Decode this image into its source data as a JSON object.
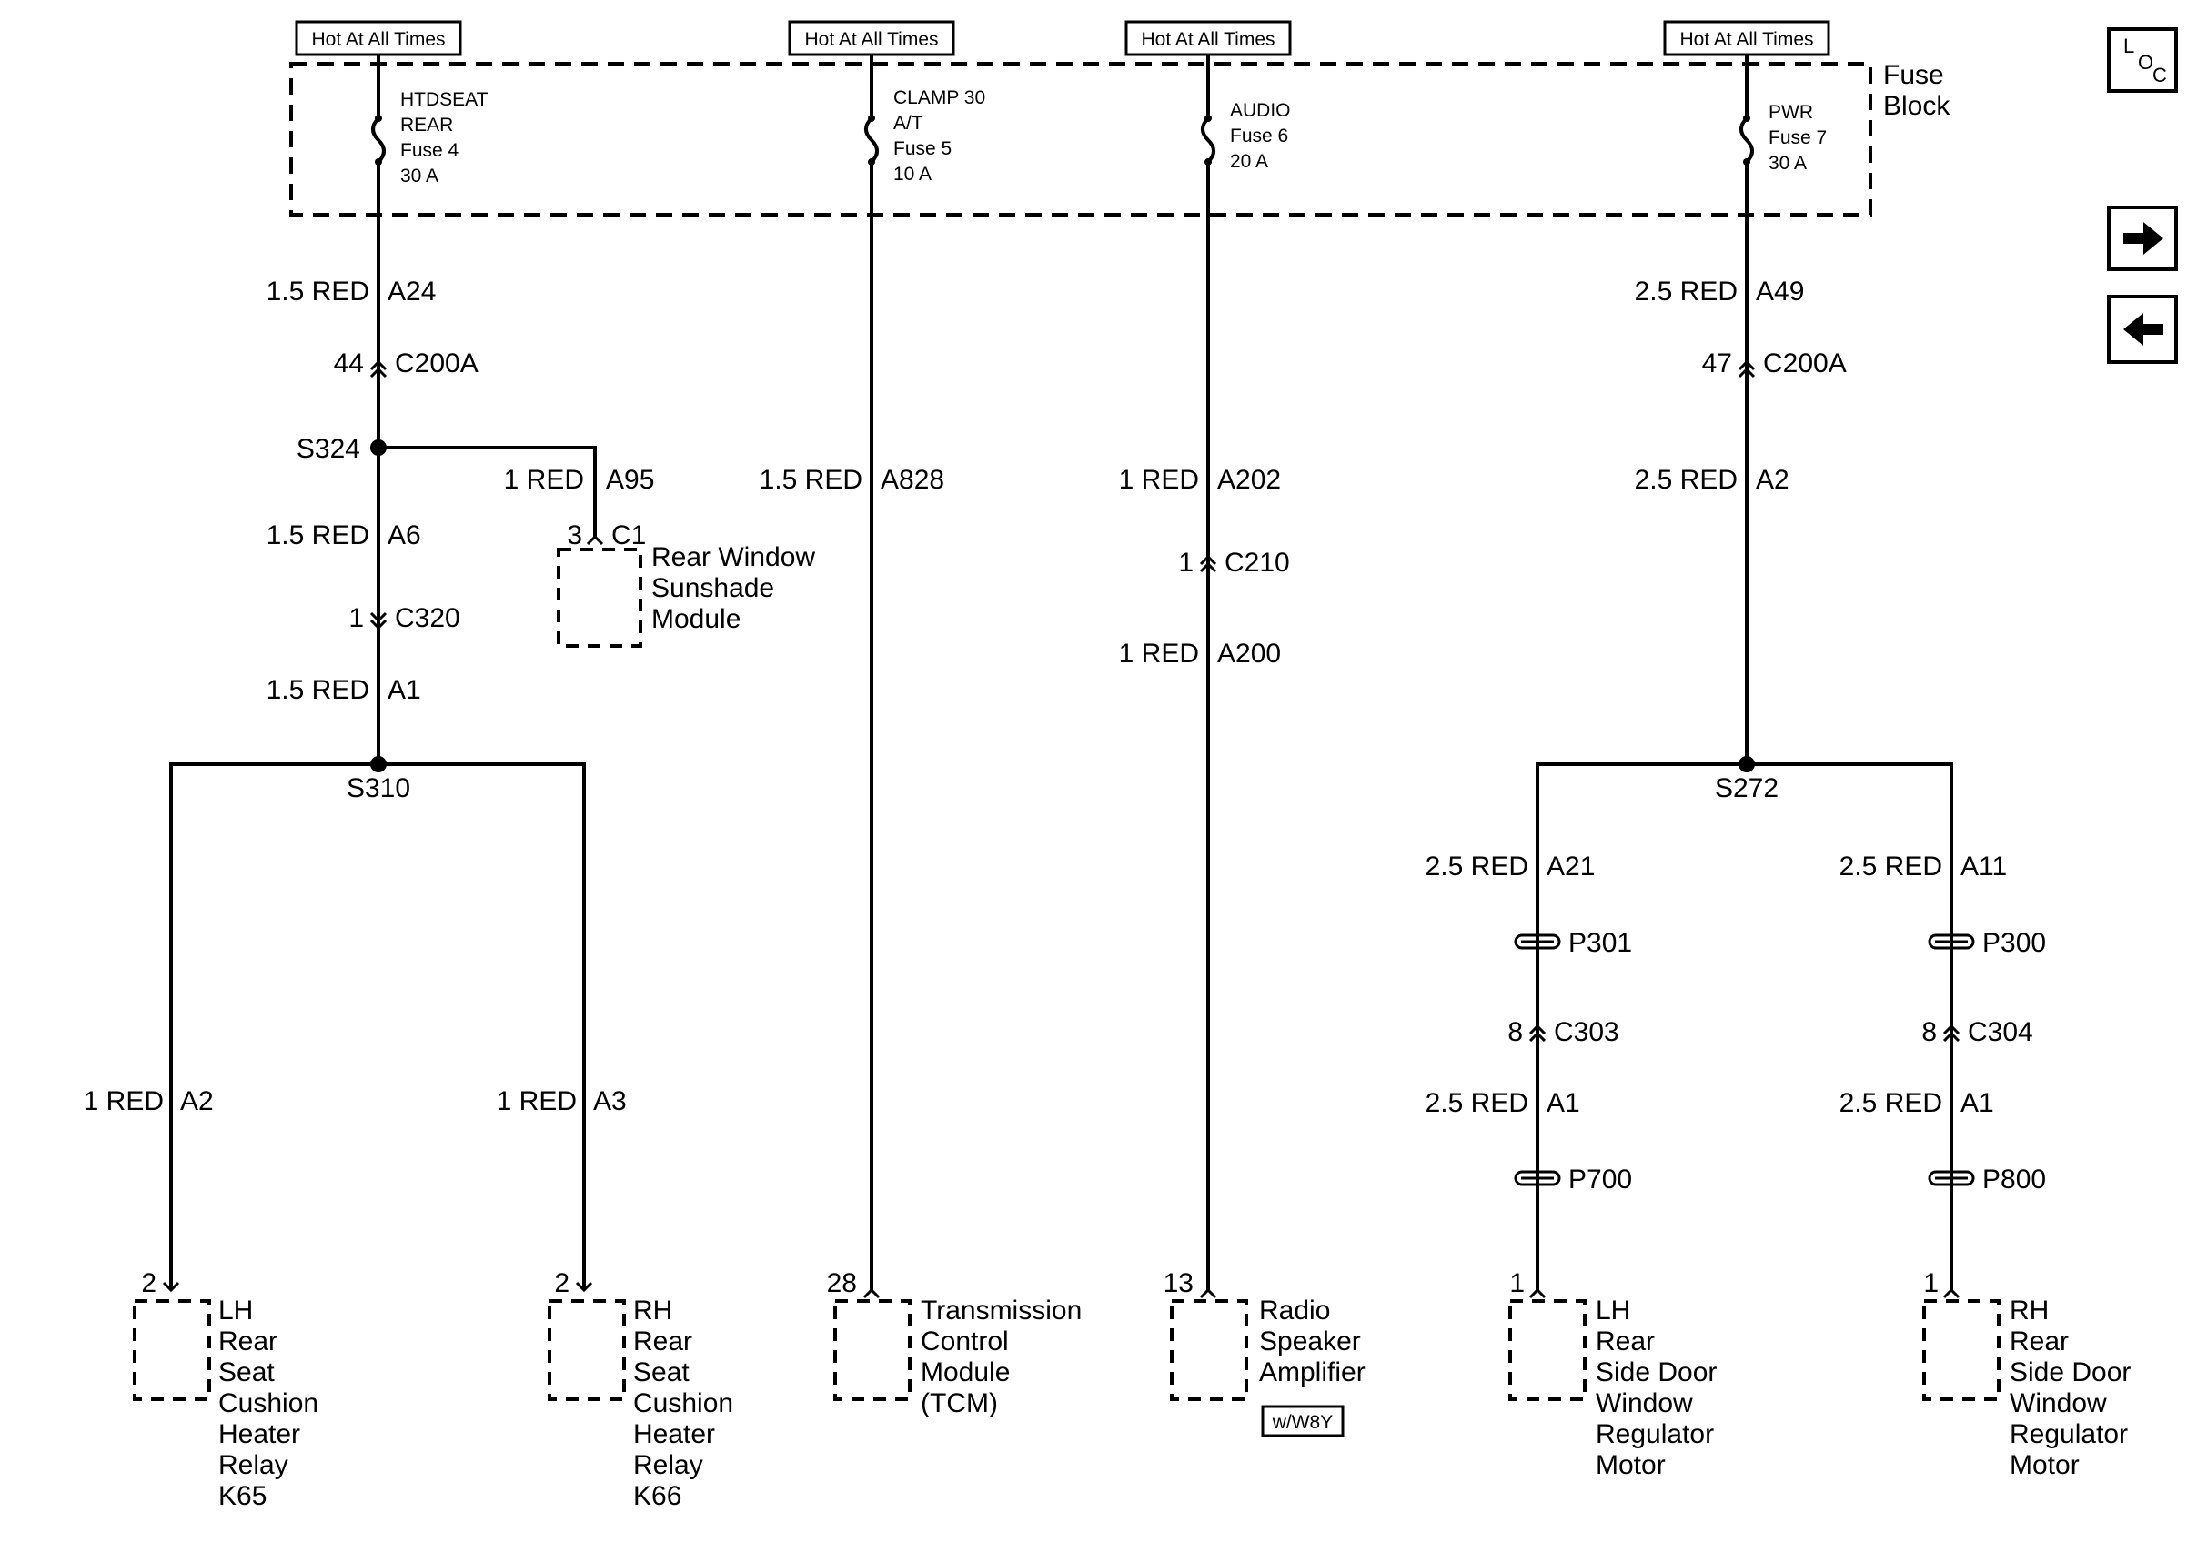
{
  "hot_label": "Hot At All Times",
  "fuse_block": {
    "line1": "Fuse",
    "line2": "Block"
  },
  "fuses": [
    {
      "l1": "HTDSEAT",
      "l2": "REAR",
      "l3": "Fuse 4",
      "l4": "30 A"
    },
    {
      "l1": "CLAMP 30",
      "l2": "A/T",
      "l3": "Fuse 5",
      "l4": "10 A"
    },
    {
      "l1": "AUDIO",
      "l2": "Fuse 6",
      "l3": "20 A"
    },
    {
      "l1": "PWR",
      "l2": "Fuse 7",
      "l3": "30 A"
    }
  ],
  "nav": {
    "loc_l": "L",
    "loc_o": "O",
    "loc_c": "C"
  },
  "wires": {
    "a24": {
      "gauge": "1.5 RED",
      "circuit": "A24"
    },
    "c200a_l": {
      "pin": "44",
      "name": "C200A"
    },
    "s324": "S324",
    "a95": {
      "gauge": "1 RED",
      "circuit": "A95"
    },
    "a6": {
      "gauge": "1.5 RED",
      "circuit": "A6"
    },
    "c320": {
      "pin": "1",
      "name": "C320"
    },
    "a1_left": {
      "gauge": "1.5 RED",
      "circuit": "A1"
    },
    "s310": "S310",
    "a2_left": {
      "gauge": "1 RED",
      "circuit": "A2"
    },
    "a3": {
      "gauge": "1 RED",
      "circuit": "A3"
    },
    "a828": {
      "gauge": "1.5 RED",
      "circuit": "A828"
    },
    "a202": {
      "gauge": "1 RED",
      "circuit": "A202"
    },
    "c210": {
      "pin": "1",
      "name": "C210"
    },
    "a200": {
      "gauge": "1 RED",
      "circuit": "A200"
    },
    "a49": {
      "gauge": "2.5 RED",
      "circuit": "A49"
    },
    "c200a_r": {
      "pin": "47",
      "name": "C200A"
    },
    "a2_right": {
      "gauge": "2.5 RED",
      "circuit": "A2"
    },
    "s272": "S272",
    "a21": {
      "gauge": "2.5 RED",
      "circuit": "A21"
    },
    "a11": {
      "gauge": "2.5 RED",
      "circuit": "A11"
    },
    "p301": "P301",
    "p300": "P300",
    "c303": {
      "pin": "8",
      "name": "C303"
    },
    "c304": {
      "pin": "8",
      "name": "C304"
    },
    "a1_rl": {
      "gauge": "2.5 RED",
      "circuit": "A1"
    },
    "a1_rr": {
      "gauge": "2.5 RED",
      "circuit": "A1"
    },
    "p700": "P700",
    "p800": "P800"
  },
  "components": {
    "sunshade": {
      "pin": "3",
      "conn": "C1",
      "lines": [
        "Rear Window",
        "Sunshade",
        "Module"
      ]
    },
    "k65": {
      "pin": "2",
      "lines": [
        "LH",
        "Rear",
        "Seat",
        "Cushion",
        "Heater",
        "Relay",
        "K65"
      ]
    },
    "k66": {
      "pin": "2",
      "lines": [
        "RH",
        "Rear",
        "Seat",
        "Cushion",
        "Heater",
        "Relay",
        "K66"
      ]
    },
    "tcm": {
      "pin": "28",
      "lines": [
        "Transmission",
        "Control",
        "Module",
        "(TCM)"
      ]
    },
    "radio": {
      "pin": "13",
      "lines": [
        "Radio",
        "Speaker",
        "Amplifier"
      ],
      "option": "w/W8Y"
    },
    "lh_motor": {
      "pin": "1",
      "lines": [
        "LH",
        "Rear",
        "Side Door",
        "Window",
        "Regulator",
        "Motor"
      ]
    },
    "rh_motor": {
      "pin": "1",
      "lines": [
        "RH",
        "Rear",
        "Side Door",
        "Window",
        "Regulator",
        "Motor"
      ]
    }
  }
}
